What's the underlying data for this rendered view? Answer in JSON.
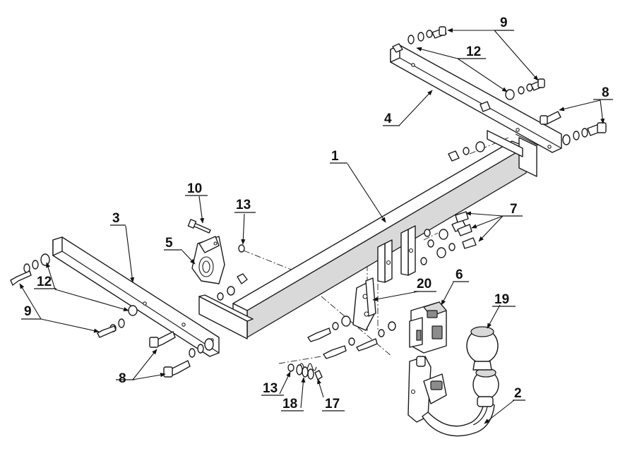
{
  "diagram": {
    "callouts": [
      "1",
      "2",
      "3",
      "4",
      "5",
      "6",
      "7",
      "8",
      "8",
      "9",
      "9",
      "10",
      "12",
      "12",
      "13",
      "13",
      "17",
      "18",
      "19",
      "20"
    ]
  }
}
